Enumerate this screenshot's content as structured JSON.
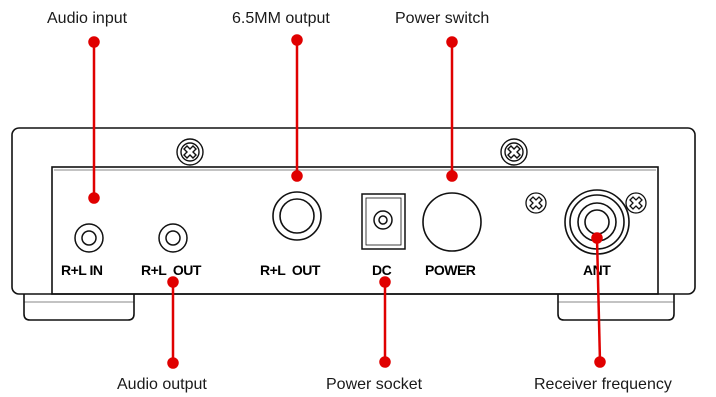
{
  "colors": {
    "leader": "#e00000",
    "outline": "#111111"
  },
  "callouts": {
    "audio_input": "Audio input",
    "output_65mm": "6.5MM output",
    "power_switch": "Power switch",
    "audio_output": "Audio output",
    "power_socket": "Power socket",
    "receiver_frequency": "Receiver frequency"
  },
  "panel_labels": {
    "rl_in": "R+L IN",
    "rl_out_small": "R+L  OUT",
    "rl_out_large": "R+L  OUT",
    "dc": "DC",
    "power": "POWER",
    "ant": "ANT"
  }
}
